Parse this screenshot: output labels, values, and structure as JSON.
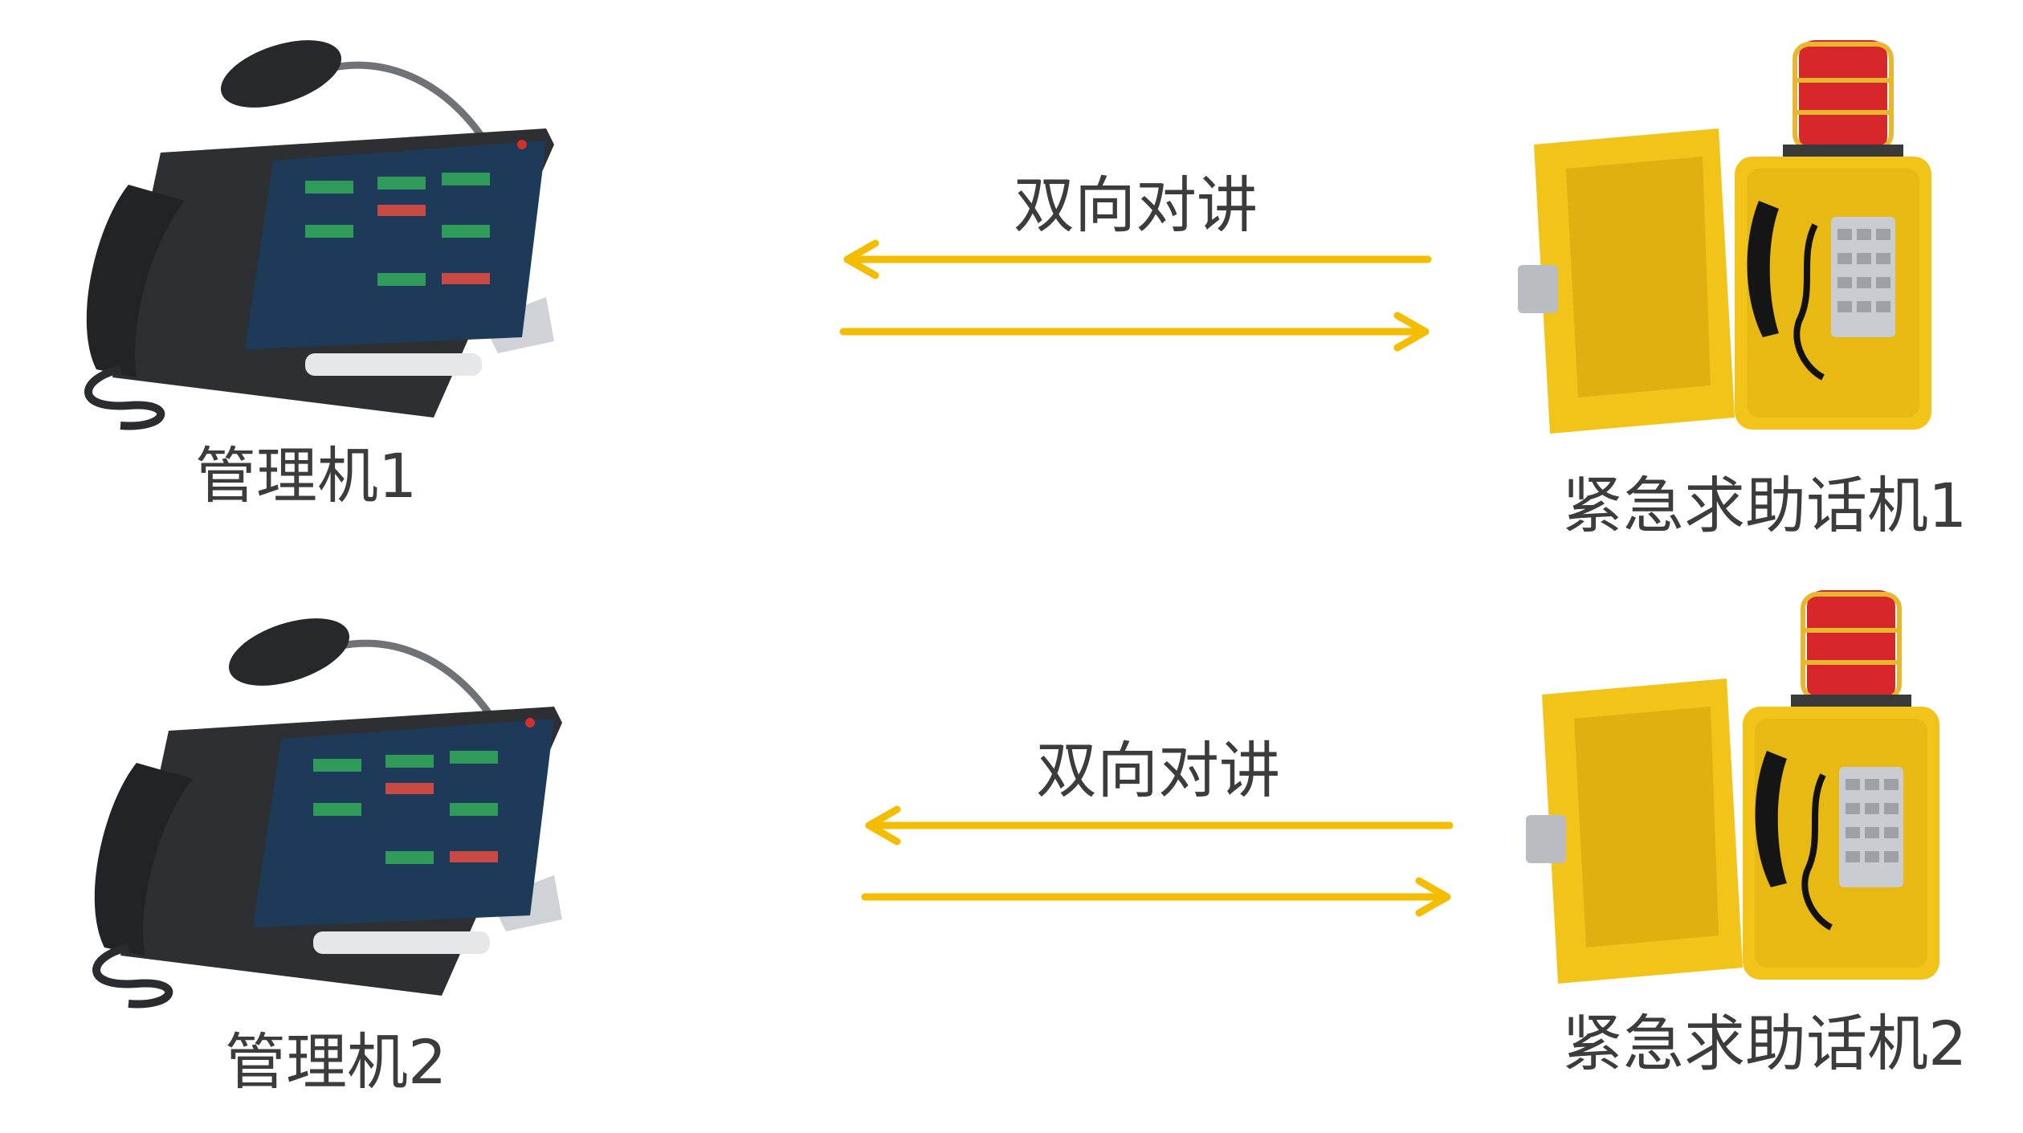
{
  "colors": {
    "arrow": "#f5bd00",
    "text": "#3c3c3c",
    "phone_yellow": "#f2c419",
    "console_dark": "#2e2f33"
  },
  "rows": [
    {
      "manager_label": "管理机1",
      "link_label": "双向对讲",
      "phone_label": "紧急求助话机1"
    },
    {
      "manager_label": "管理机2",
      "link_label": "双向对讲",
      "phone_label": "紧急求助话机2"
    }
  ],
  "icons": [
    "desk-console-icon",
    "emergency-phone-icon",
    "arrow-left-icon",
    "arrow-right-icon"
  ]
}
